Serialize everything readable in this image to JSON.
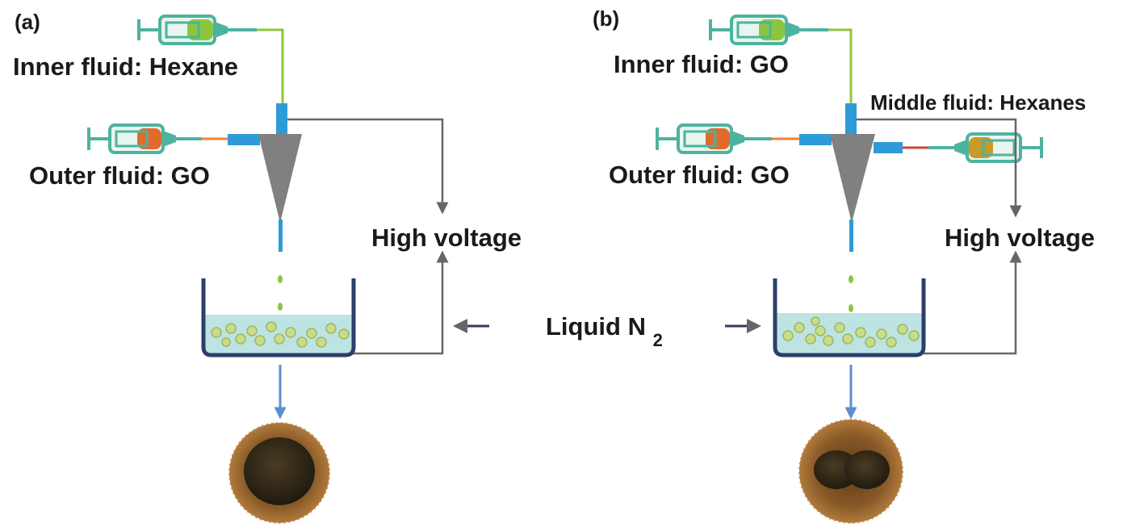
{
  "panels": [
    {
      "label": "(a)",
      "inner_fluid": "Inner fluid: Hexane",
      "outer_fluid": "Outer fluid: GO",
      "high_voltage": "High voltage"
    },
    {
      "label": "(b)",
      "inner_fluid": "Inner fluid: GO",
      "middle_fluid": "Middle fluid: Hexanes",
      "outer_fluid": "Outer fluid: GO",
      "high_voltage": "High voltage"
    }
  ],
  "center": {
    "liquid_label": "Liquid N",
    "liquid_subscript": "2"
  },
  "colors": {
    "syringe": "#4db3a0",
    "syringe_fill_green": "#8cc63f",
    "syringe_fill_orange": "#e06b2a",
    "tube_green": "#8cc63f",
    "tube_orange": "#f07f3c",
    "tube_red": "#c8453c",
    "capillary_blue": "#2e9bd8",
    "nozzle_gray": "#808080",
    "wire_gray": "#666666",
    "bath_outline": "#2c3e6b",
    "bath_liquid": "#bde3e3",
    "particle": "#c9dc8a",
    "flow_arrow": "#5b8fd0",
    "bead_brown": "#7a4a1e",
    "bead_core": "#3a2f1a",
    "n2_arrow": "#2f3b63"
  }
}
